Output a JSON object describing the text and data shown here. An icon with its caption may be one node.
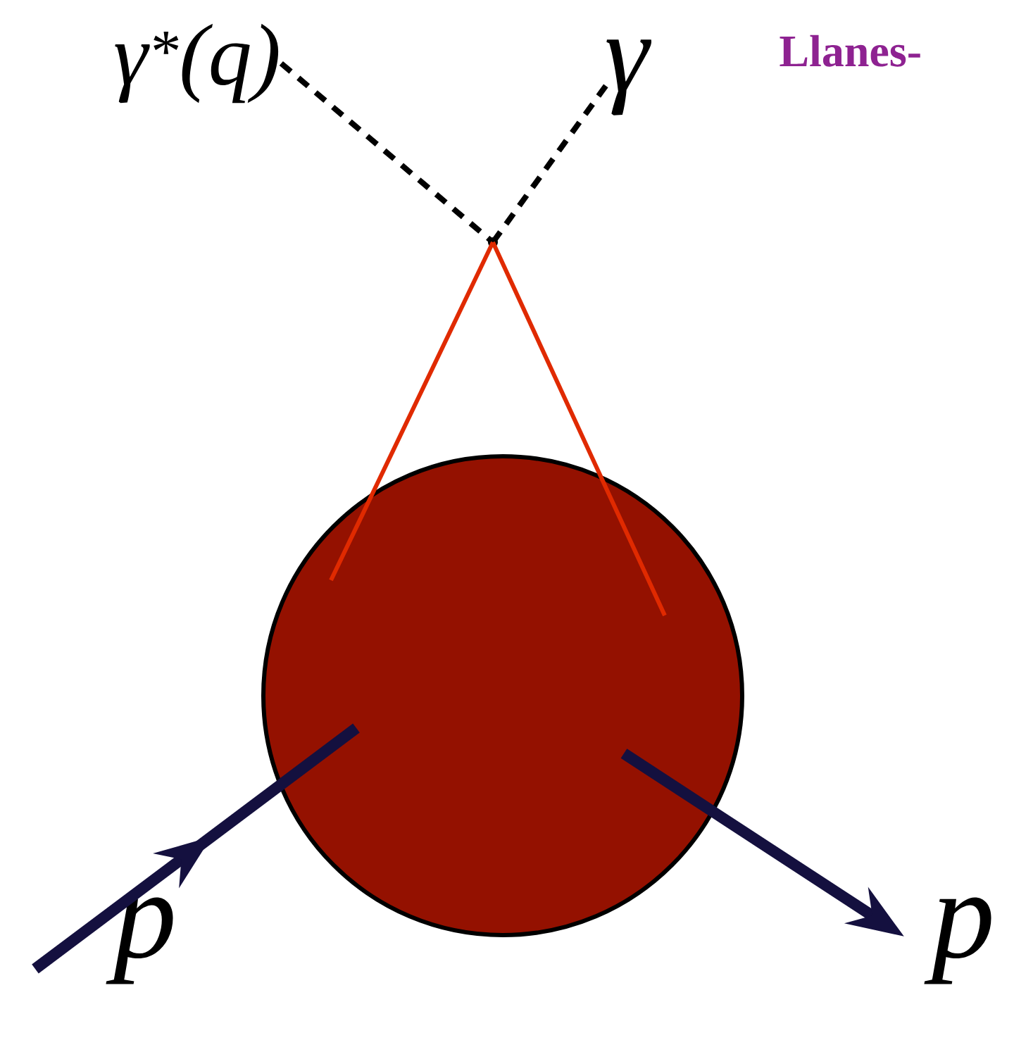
{
  "diagram": {
    "nodes": [
      {
        "text": [
          "γ$^{*}$(q)"
        ]
      },
      {
        "text": [
          "γ"
        ]
      },
      {
        "text": [],
        "shape": "point"
      },
      {
        "text": [],
        "shape": "circle"
      },
      {
        "text": [
          "p"
        ]
      },
      {
        "text": [
          "p"
        ]
      }
    ],
    "edges": [
      {
        "from": 0,
        "to": 2,
        "arrow": "none",
        "style": "dashed"
      },
      {
        "from": 2,
        "to": 1,
        "arrow": "none",
        "style": "dashed"
      },
      {
        "from": 2,
        "to": 3,
        "arrow": "none",
        "color": "#e02a00"
      },
      {
        "from": 2,
        "to": 3,
        "arrow": "none",
        "color": "#e02a00"
      },
      {
        "from": 4,
        "to": 3,
        "arrow": "to",
        "style": "thick",
        "color": "#14103f"
      },
      {
        "from": 3,
        "to": 5,
        "arrow": "to",
        "style": "thick",
        "color": "#14103f"
      }
    ],
    "labels": [
      "Llanes-"
    ]
  }
}
